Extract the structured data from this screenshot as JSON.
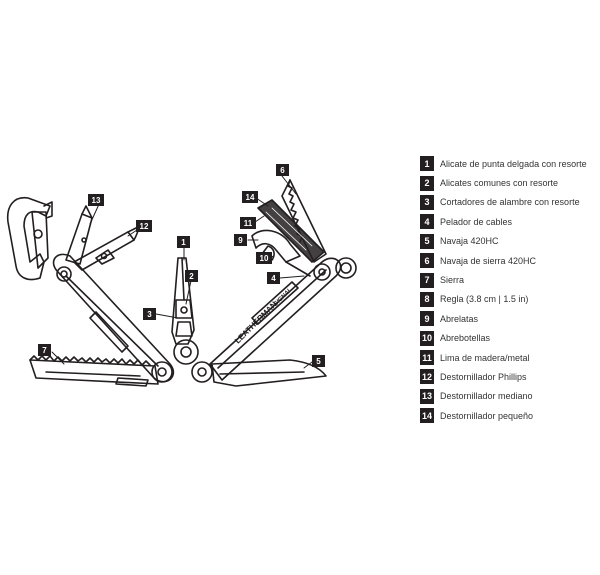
{
  "brand": {
    "engraving": "LEATHERMAN",
    "model": "SIGNAL"
  },
  "callouts": {
    "c1": "1",
    "c2": "2",
    "c3": "3",
    "c4": "4",
    "c5": "5",
    "c6": "6",
    "c7": "7",
    "c9": "9",
    "c10": "10",
    "c11": "11",
    "c12": "12",
    "c13": "13",
    "c14": "14"
  },
  "legend": [
    {
      "num": "1",
      "label": "Alicate de punta delgada con resorte"
    },
    {
      "num": "2",
      "label": "Alicates comunes con resorte"
    },
    {
      "num": "3",
      "label": "Cortadores de alambre con resorte"
    },
    {
      "num": "4",
      "label": "Pelador de cables"
    },
    {
      "num": "5",
      "label": "Navaja 420HC"
    },
    {
      "num": "6",
      "label": "Navaja de sierra 420HC"
    },
    {
      "num": "7",
      "label": "Sierra"
    },
    {
      "num": "8",
      "label": "Regla (3.8 cm | 1.5 in)"
    },
    {
      "num": "9",
      "label": "Abrelatas"
    },
    {
      "num": "10",
      "label": "Abrebotellas"
    },
    {
      "num": "11",
      "label": "Lima de madera/metal"
    },
    {
      "num": "12",
      "label": "Destornillador Phillips"
    },
    {
      "num": "13",
      "label": "Destornillador mediano"
    },
    {
      "num": "14",
      "label": "Destornillador pequeño"
    }
  ],
  "colors": {
    "badge_bg": "#231f20",
    "badge_text": "#ffffff",
    "line": "#231f20"
  }
}
